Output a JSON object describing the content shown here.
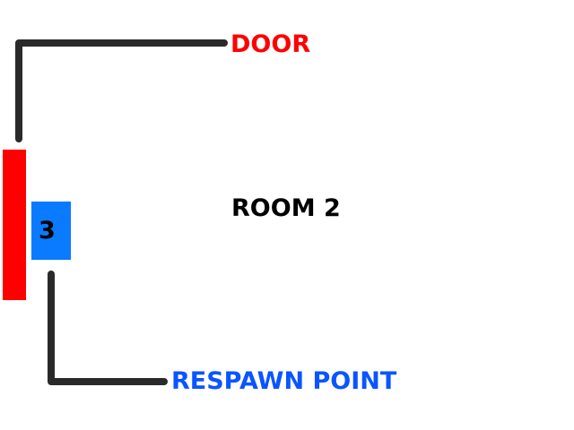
{
  "labels": {
    "door": "DOOR",
    "room": "ROOM 2",
    "respawn": "RESPAWN POINT",
    "spawn_number": "3"
  },
  "colors": {
    "door": "#ff0000",
    "respawn": "#0a55ff",
    "spawn_box": "#0a7aff",
    "connector": "#2a2a2a",
    "text": "#000000",
    "background": "#ffffff"
  }
}
